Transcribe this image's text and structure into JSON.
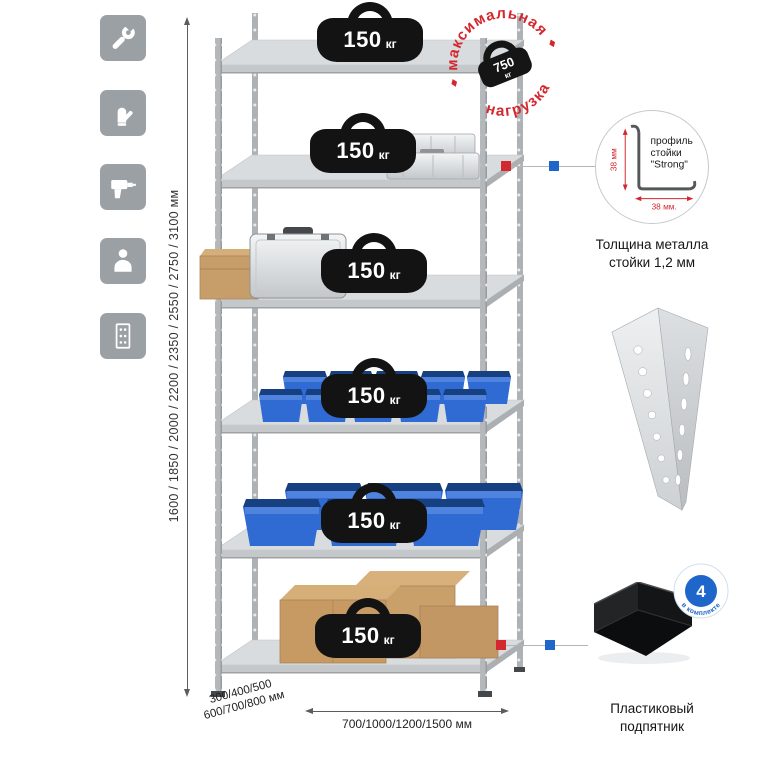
{
  "side_icons": {
    "items": [
      "wrench-icon",
      "gloves-icon",
      "drill-icon",
      "person-icon",
      "perforated-post-icon"
    ]
  },
  "dims": {
    "height": "1600 / 1850 / 2000 / 2200 / 2350 / 2550 / 2750 / 3100 мм",
    "depth1": "300/400/500",
    "depth2": "600/700/800 мм",
    "width": "700/1000/1200/1500 мм"
  },
  "shelves": {
    "load_unit": "кг",
    "loads": [
      "150",
      "150",
      "150",
      "150",
      "150",
      "150"
    ]
  },
  "stamp": {
    "arc_top": "максимальная",
    "arc_bottom": "нагрузка",
    "value": "750",
    "unit": "кг"
  },
  "profile": {
    "dim_v": "38 мм",
    "dim_h": "38 мм.",
    "l1": "профиль",
    "l2": "стойки",
    "l3": "\"Strong\"",
    "cap1": "Толщина металла",
    "cap2": "стойки 1,2 мм"
  },
  "foot": {
    "badge_value": "4",
    "badge_arc": "в комплекте",
    "cap1": "Пластиковый",
    "cap2": "подпятник"
  },
  "colors": {
    "accent_red": "#d4282e",
    "accent_blue": "#1e66c9",
    "icon_gray": "#9aa0a4",
    "bin_blue": "#2f6bd3",
    "weight_black": "#131313",
    "metal_gray": "#c8ccce",
    "cardboard": "#c79e69"
  }
}
